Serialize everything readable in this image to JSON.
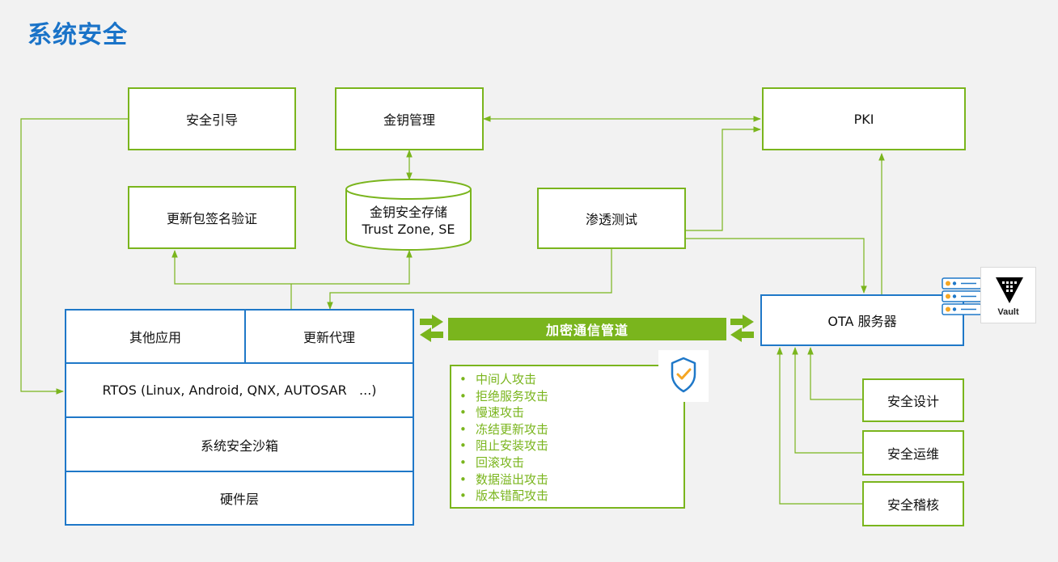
{
  "title": "系统安全",
  "boxes": {
    "secure_boot": "安全引导",
    "key_mgmt": "金钥管理",
    "pki": "PKI",
    "pkg_sign": "更新包签名验证",
    "key_storage_line1": "金钥安全存储",
    "key_storage_line2": "Trust Zone, SE",
    "pen_test": "渗透测试",
    "ota_server": "OTA 服务器",
    "sec_design": "安全设计",
    "sec_ops": "安全运维",
    "sec_audit": "安全稽核"
  },
  "stack": {
    "other_apps": "其他应用",
    "update_agent": "更新代理",
    "rtos": "RTOS (Linux, Android, QNX, AUTOSAR   ...)",
    "sandbox": "系统安全沙箱",
    "hardware": "硬件层"
  },
  "channel": "加密通信管道",
  "threats": [
    "中间人攻击",
    "拒绝服务攻击",
    "慢速攻击",
    "冻结更新攻击",
    "阻止安装攻击",
    "回滚攻击",
    "数据溢出攻击",
    "版本错配攻击"
  ],
  "vault_label": "Vault",
  "colors": {
    "green": "#7ab51d",
    "blue": "#1f78c8",
    "title_blue": "#1a73c8"
  },
  "icons": [
    "shield-check-icon",
    "server-icon",
    "vault-logo-icon",
    "arrow-right-icon",
    "arrow-left-icon"
  ]
}
